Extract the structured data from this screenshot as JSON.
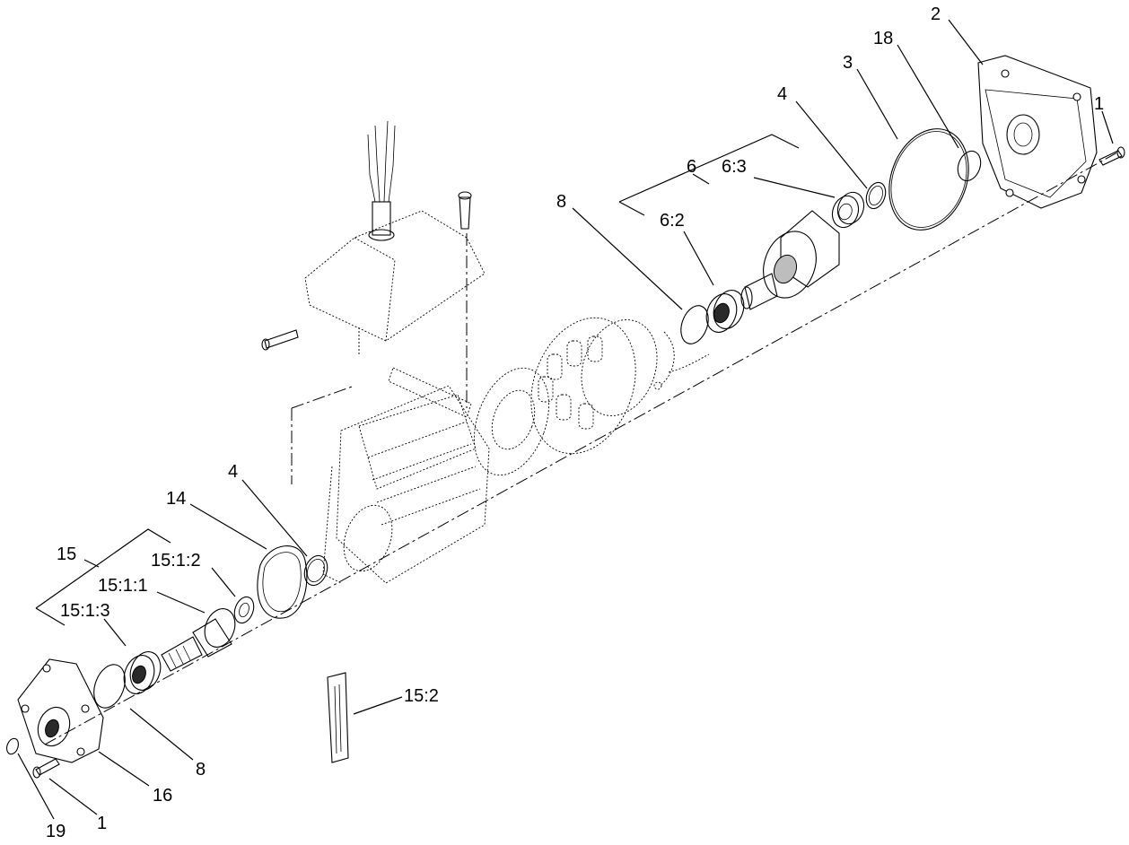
{
  "callouts": {
    "c1_top": "1",
    "c2": "2",
    "c18": "18",
    "c3": "3",
    "c4_top": "4",
    "c6": "6",
    "c6_3": "6:3",
    "c8_top": "8",
    "c6_2": "6:2",
    "c4_mid": "4",
    "c14": "14",
    "c15": "15",
    "c15_1_2": "15:1:2",
    "c15_1_1": "15:1:1",
    "c15_1_3": "15:1:3",
    "c15_2": "15:2",
    "c8_bottom": "8",
    "c16": "16",
    "c19": "19",
    "c1_bottom": "1"
  }
}
